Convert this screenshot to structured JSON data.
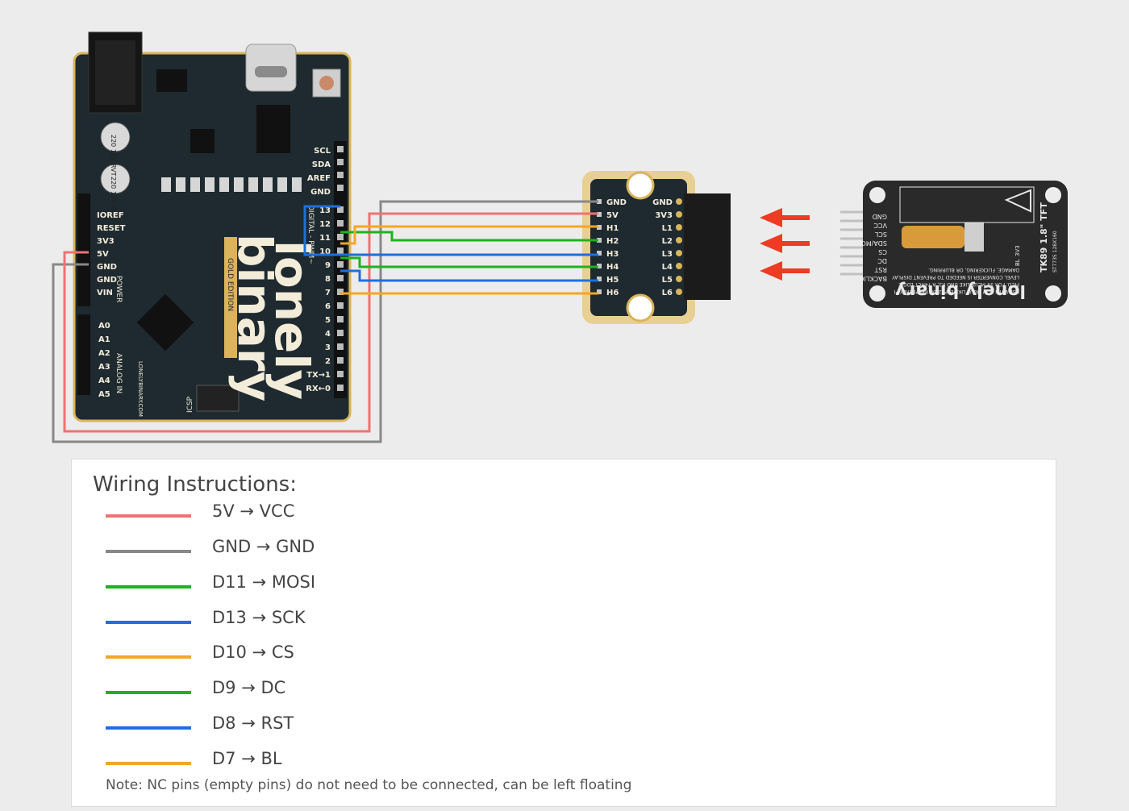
{
  "arduino": {
    "brand_top": "lonely",
    "brand_bottom": "binary",
    "edition": "GOLD EDITION",
    "website": "LONELYBINARY.COM",
    "cap_label_1": "220 10V RVT",
    "cap_label_2": "220 10V RVT",
    "header_right_top": [
      "SCL",
      "SDA",
      "AREF",
      "GND"
    ],
    "header_right_digital": [
      "13",
      "12",
      "11",
      "10",
      "9",
      "8",
      "7",
      "6",
      "5",
      "4",
      "3",
      "2",
      "TX→1",
      "RX←0"
    ],
    "header_left_power": [
      "IOREF",
      "RESET",
      "3V3",
      "5V",
      "GND",
      "GND",
      "VIN"
    ],
    "header_left_analog": [
      "A0",
      "A1",
      "A2",
      "A3",
      "A4",
      "A5"
    ],
    "label_power": "POWER",
    "label_analog": "ANALOG IN",
    "label_digital": "DIGITAL - PWM~",
    "label_icsp": "ICSP"
  },
  "adapter": {
    "left_pins": [
      "GND",
      "5V",
      "H1",
      "H2",
      "H3",
      "H4",
      "H5",
      "H6"
    ],
    "right_pins": [
      "GND",
      "3V3",
      "L1",
      "L2",
      "L3",
      "L4",
      "L5",
      "L6"
    ]
  },
  "tft": {
    "pins": [
      "GND",
      "VCC",
      "SCL",
      "SDA/MOSI",
      "CS",
      "DC",
      "RST",
      "BACKLIGHT"
    ],
    "brand": "lonely binary",
    "model": "TK89 1.8\" TFT",
    "model_sub": "ST7735 128X160",
    "note_1": "USE WITH 3.3V MCUS LIKE ESP32 OR RASPBERRY PI",
    "note_2": "PICO. FOR 5V MCUS LIKE UNO R3, A 74HCT LOGIC",
    "note_3": "LEVEL CONVERTER IS NEEDED TO PREVENT DISPLAY",
    "note_4": "DAMAGE, FLICKERING, OR BLURRING.",
    "pad_label": "3V3",
    "pad_label_2": "BL"
  },
  "colors": {
    "vcc": "#f07272",
    "gnd": "#888888",
    "mosi": "#1eb31e",
    "sck": "#1e6fe0",
    "cs": "#f5a623",
    "dc": "#1eb31e",
    "rst": "#1e6fe0",
    "bl": "#f5a623",
    "arrow": "#ee3b24",
    "pcb": "#1e2a30",
    "gold": "#d9b45a"
  },
  "instructions": {
    "title": "Wiring Instructions:",
    "items": [
      {
        "label": "5V → VCC",
        "color": "#f07272"
      },
      {
        "label": "GND → GND",
        "color": "#888888"
      },
      {
        "label": "D11 → MOSI",
        "color": "#1eb31e"
      },
      {
        "label": "D13 → SCK",
        "color": "#1e6fe0"
      },
      {
        "label": "D10 → CS",
        "color": "#f5a623"
      },
      {
        "label": "D9 → DC",
        "color": "#1eb31e"
      },
      {
        "label": "D8 → RST",
        "color": "#1e6fe0"
      },
      {
        "label": "D7 → BL",
        "color": "#f5a623"
      }
    ],
    "note": "Note: NC pins (empty pins) do not need to be connected, can be left floating"
  }
}
